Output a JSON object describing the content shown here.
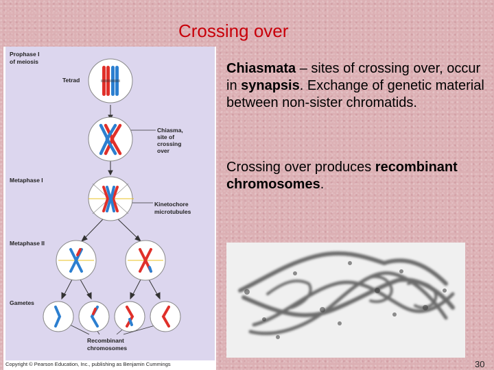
{
  "slide": {
    "title": "Crossing over",
    "page_number": "30"
  },
  "text": {
    "p1_term": "Chiasmata",
    "p1_mid": " – sites of crossing over, occur in ",
    "p1_bold": "synapsis",
    "p1_end": ". Exchange of genetic material between non-sister chromatids.",
    "p2_start": "Crossing over produces ",
    "p2_bold": "recombinant chromosomes",
    "p2_end": "."
  },
  "diagram": {
    "label_prophase_line1": "Prophase I",
    "label_prophase_line2": "of meiosis",
    "label_tetrad": "Tetrad",
    "label_chiasma_1": "Chiasma,",
    "label_chiasma_2": "site of",
    "label_chiasma_3": "crossing",
    "label_chiasma_4": "over",
    "label_metaphase1": "Metaphase I",
    "label_kinetochore_1": "Kinetochore",
    "label_kinetochore_2": "microtubules",
    "label_metaphase2": "Metaphase II",
    "label_gametes": "Gametes",
    "label_recombinant_1": "Recombinant",
    "label_recombinant_2": "chromosomes",
    "copyright": "Copyright © Pearson Education, Inc., publishing as Benjamin Cummings"
  },
  "colors": {
    "title": "#c8000a",
    "background": "#dcb0b4",
    "diagram_panel": "#dcd6ee",
    "chromosome_red": "#e0302a",
    "chromosome_blue": "#2c7fd0"
  }
}
